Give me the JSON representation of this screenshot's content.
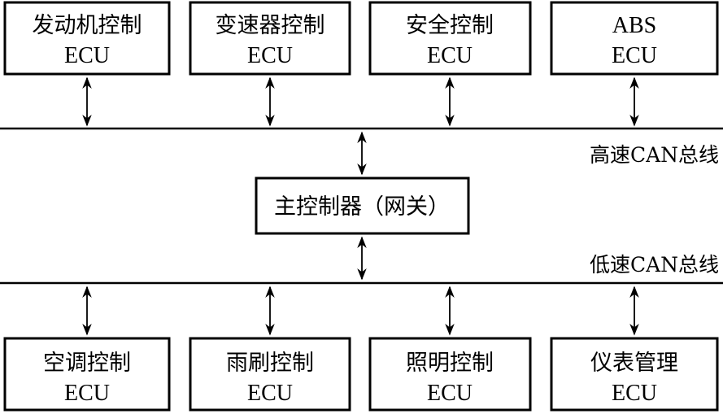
{
  "top_ecus": [
    {
      "name": "发动机控制",
      "sub": "ECU"
    },
    {
      "name": "变速器控制",
      "sub": "ECU"
    },
    {
      "name": "安全控制",
      "sub": "ECU"
    },
    {
      "name": "ABS",
      "sub": "ECU"
    }
  ],
  "bottom_ecus": [
    {
      "name": "空调控制",
      "sub": "ECU"
    },
    {
      "name": "雨刷控制",
      "sub": "ECU"
    },
    {
      "name": "照明控制",
      "sub": "ECU"
    },
    {
      "name": "仪表管理",
      "sub": "ECU"
    }
  ],
  "gateway": {
    "label": "主控制器（网关）"
  },
  "buses": {
    "high": "高速CAN总线",
    "low": "低速CAN总线"
  }
}
